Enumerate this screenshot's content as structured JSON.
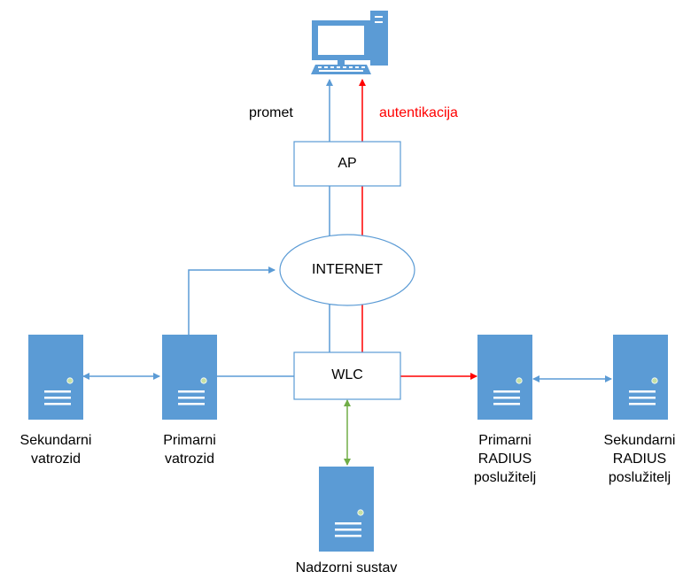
{
  "labels": {
    "traffic": "promet",
    "authentication": "autentikacija",
    "ap": "AP",
    "internet": "INTERNET",
    "wlc": "WLC",
    "secondary_firewall": [
      "Sekundarni",
      "vatrozid"
    ],
    "primary_firewall": [
      "Primarni",
      "vatrozid"
    ],
    "primary_radius": [
      "Primarni",
      "RADIUS",
      "poslužitelj"
    ],
    "secondary_radius": [
      "Sekundarni",
      "RADIUS",
      "poslužitelj"
    ],
    "monitoring": "Nadzorni sustav"
  },
  "colors": {
    "traffic_line": "#5b9bd5",
    "auth_line": "#ff0000",
    "monitoring_line": "#70ad47",
    "server_fill": "#5b9bd5",
    "server_led": "#c5e0a5"
  },
  "icons": [
    "computer-icon",
    "server-icon"
  ]
}
